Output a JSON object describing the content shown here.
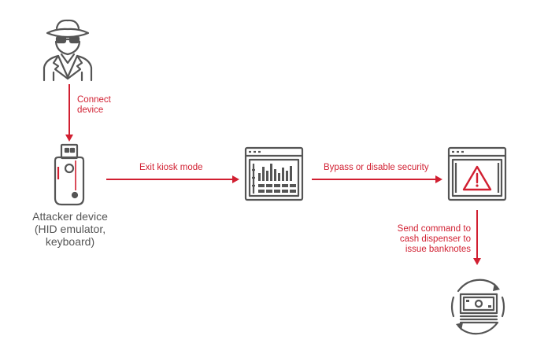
{
  "diagram": {
    "colors": {
      "accent": "#d11f31",
      "icon": "#555555",
      "background": "#ffffff"
    },
    "nodes": [
      {
        "id": "attacker",
        "icon": "spy-icon"
      },
      {
        "id": "attacker-device",
        "icon": "usb-device-icon",
        "caption_lines": [
          "Attacker device",
          "(HID emulator,",
          "keyboard)"
        ]
      },
      {
        "id": "kiosk",
        "icon": "kiosk-window-icon"
      },
      {
        "id": "security",
        "icon": "warning-window-icon"
      },
      {
        "id": "cash",
        "icon": "banknotes-cycle-icon"
      }
    ],
    "edges": [
      {
        "from": "attacker",
        "to": "attacker-device",
        "label_lines": [
          "Connect",
          "device"
        ]
      },
      {
        "from": "attacker-device",
        "to": "kiosk",
        "label_lines": [
          "Exit kiosk mode"
        ]
      },
      {
        "from": "kiosk",
        "to": "security",
        "label_lines": [
          "Bypass or disable security"
        ]
      },
      {
        "from": "security",
        "to": "cash",
        "label_lines": [
          "Send command to",
          "cash dispenser to",
          "issue banknotes"
        ]
      }
    ]
  }
}
